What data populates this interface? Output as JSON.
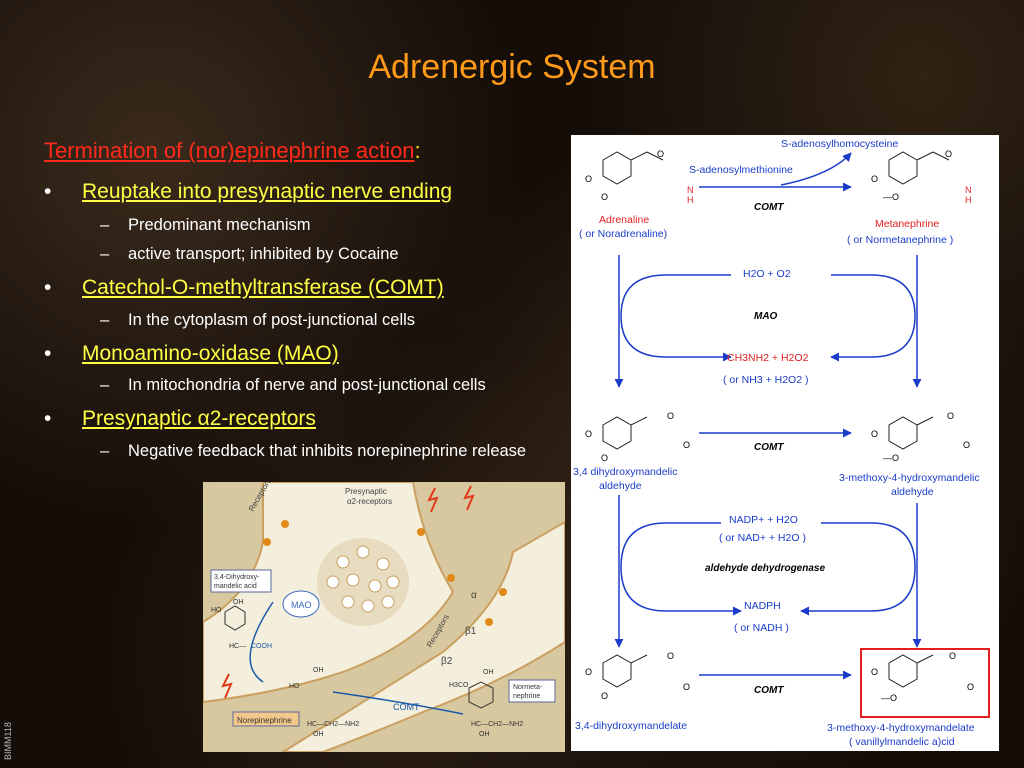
{
  "slide": {
    "title": "Adrenergic System",
    "subtitle": "Termination of (nor)epinephrine action",
    "subtitle_colon": ":",
    "bullets": [
      {
        "marker": "•",
        "label": "Reuptake into presynaptic nerve ending",
        "subs": [
          "Predominant mechanism",
          "active transport; inhibited by Cocaine"
        ]
      },
      {
        "marker": "•",
        "label": "Catechol-O-methyltransferase (COMT)",
        "subs": [
          "In the cytoplasm of post-junctional cells"
        ]
      },
      {
        "marker": "•",
        "label": "Monoamino-oxidase (MAO)",
        "subs": [
          "In mitochondria of nerve and post-junctional cells"
        ]
      },
      {
        "marker": "•",
        "label_prefix": "Presynaptic ",
        "label_greek": "α",
        "label_suffix": "2-receptors",
        "subs": [
          "Negative feedback that inhibits norepinephrine release"
        ]
      }
    ],
    "dash": "–",
    "side_code": "BIMM118"
  },
  "pathway": {
    "s_adenosylhomocysteine": "S-adenosylhomocysteine",
    "s_adenosylmethionine": "S-adenosylmethionine",
    "comt": "COMT",
    "mao": "MAO",
    "adrenaline": "Adrenaline",
    "adrenaline_alt": "( or Noradrenaline)",
    "metanephrine": "Metanephrine",
    "metanephrine_alt": "( or Normetanephrine )",
    "h2o_o2": "H2O + O2",
    "ch3nh2_h2o2": "CH3NH2 + H2O2",
    "nh3_h2o2": "( or NH3 + H2O2 )",
    "dhma": "3,4 dihydroxymandelic",
    "dhma2": "aldehyde",
    "mhma": "3-methoxy-4-hydroxymandelic",
    "mhma2": "aldehyde",
    "nadp_h2o": "NADP+ + H2O",
    "nad_h2o": "( or NAD+ + H2O )",
    "aldehyde_dh": "aldehyde dehydrogenase",
    "nadph": "NADPH",
    "nadh": "( or NADH )",
    "dhm": "3,4-dihydroxymandelate",
    "mhm": "3-methoxy-4-hydroxymandelate",
    "vma": "(  vanillylmandelic a)cid",
    "atoms": {
      "o": "O",
      "n": "N",
      "h": "H",
      "meo": "—O"
    },
    "colors": {
      "blue": "#1a3cc8",
      "red": "#e02020",
      "black": "#111111"
    }
  },
  "nerve_figure": {
    "receptors": "Receptors",
    "presynaptic": "Presynaptic",
    "alpha2": "α2-receptors",
    "dhma": "3,4-Dihydroxy-",
    "dhma2": "mandelic acid",
    "mao": "MAO",
    "comt": "COMT",
    "norepinephrine": "Norepinephrine",
    "normetanephrine": "Normeta-",
    "normetanephrine2": "nephrine",
    "alpha": "α",
    "beta1": "β1",
    "beta2": "β2",
    "receptors2": "Receptors",
    "oh": "OH",
    "ho": "HO",
    "h3co": "H3CO",
    "cooh": "COOH",
    "hc": "HC—",
    "chain": "HC—CH2—NH2"
  }
}
